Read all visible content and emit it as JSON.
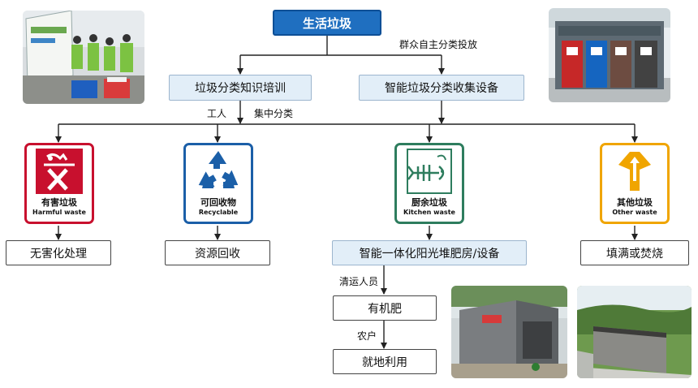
{
  "root": {
    "label": "生活垃圾"
  },
  "annotation_top": "群众自主分类投放",
  "level2": [
    {
      "label": "垃圾分类知识培训"
    },
    {
      "label": "智能垃圾分类收集设备"
    }
  ],
  "side_labels": {
    "left": "工人",
    "right": "集中分类"
  },
  "categories": [
    {
      "cn": "有害垃圾",
      "en": "Harmful waste",
      "color": "#c8102e",
      "icon": "harmful-waste-icon"
    },
    {
      "cn": "可回收物",
      "en": "Recyclable",
      "color": "#1b5fa8",
      "icon": "recycle-icon"
    },
    {
      "cn": "厨余垃圾",
      "en": "Kitchen waste",
      "color": "#2e7d5e",
      "icon": "fish-bone-icon"
    },
    {
      "cn": "其他垃圾",
      "en": "Other waste",
      "color": "#f0a500",
      "icon": "other-waste-icon"
    }
  ],
  "outcomes": [
    "无害化处理",
    "资源回收",
    "智能一体化阳光堆肥房/设备",
    "填满或焚烧"
  ],
  "compost_chain": {
    "step1_label": "清运人员",
    "step1": "有机肥",
    "step2_label": "农户",
    "step2": "就地利用"
  },
  "colors": {
    "root_fill": "#1f6fc0",
    "level_fill": "#e2eef8",
    "line": "#222222"
  }
}
